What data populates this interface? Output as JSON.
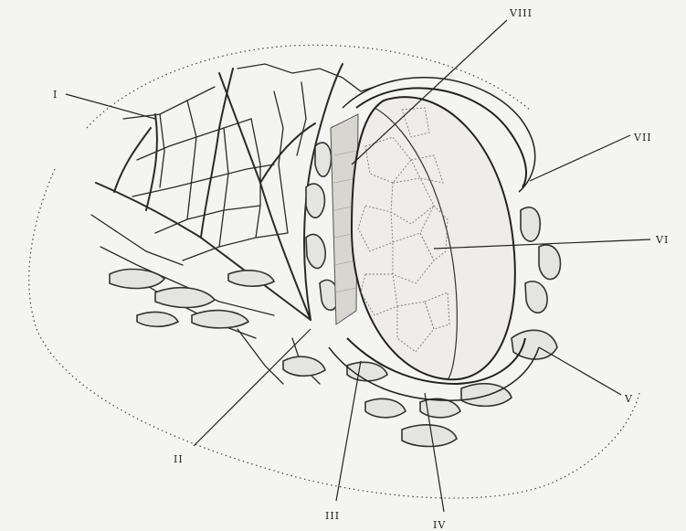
{
  "labels": {
    "I": "I",
    "II": "II",
    "III": "III",
    "IV": "IV",
    "V": "V",
    "VI": "VI",
    "VII": "VII",
    "VIII": "VIII"
  }
}
